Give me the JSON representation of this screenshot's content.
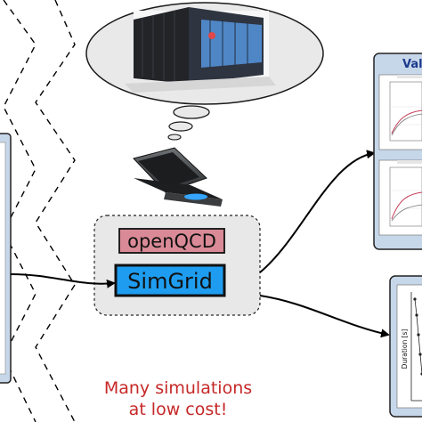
{
  "pipeline": {
    "tool_1": "openQCD",
    "tool_2": "SimGrid"
  },
  "right_panel_top": {
    "title_fragment": "Val"
  },
  "right_panel_bottom": {
    "ylabel": "Duration [s]"
  },
  "caption": {
    "line1": "Many simulations",
    "line2": "at low cost!"
  },
  "colors": {
    "openqcd_fill": "#d98a96",
    "simgrid_fill": "#1e9df0",
    "panel_fill": "#c7d7ea",
    "panel_border": "#2a2a2a",
    "caption": "#c62828",
    "title": "#1a3a8c"
  },
  "icons": [
    "supercomputer-photo",
    "laptop-icon",
    "thought-bubble"
  ]
}
